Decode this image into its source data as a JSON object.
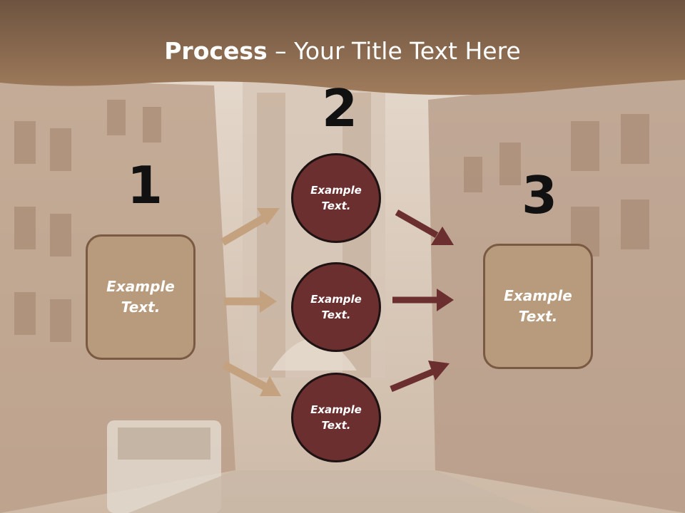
{
  "slide": {
    "title_bold": "Process",
    "title_rest": " – Your Title Text Here"
  },
  "steps": {
    "left_number": "1",
    "center_number": "2",
    "right_number": "3"
  },
  "boxes": {
    "left_label": "Example Text.",
    "right_label": "Example Text."
  },
  "circles": {
    "top_label": "Example Text.",
    "middle_label": "Example Text.",
    "bottom_label": "Example Text."
  },
  "colors": {
    "header": "#8a6a4e",
    "box_fill": "#b89a7c",
    "circle_fill": "#6b2f2f",
    "arrow_left": "#c4a27f",
    "arrow_right": "#6b2f2f"
  }
}
